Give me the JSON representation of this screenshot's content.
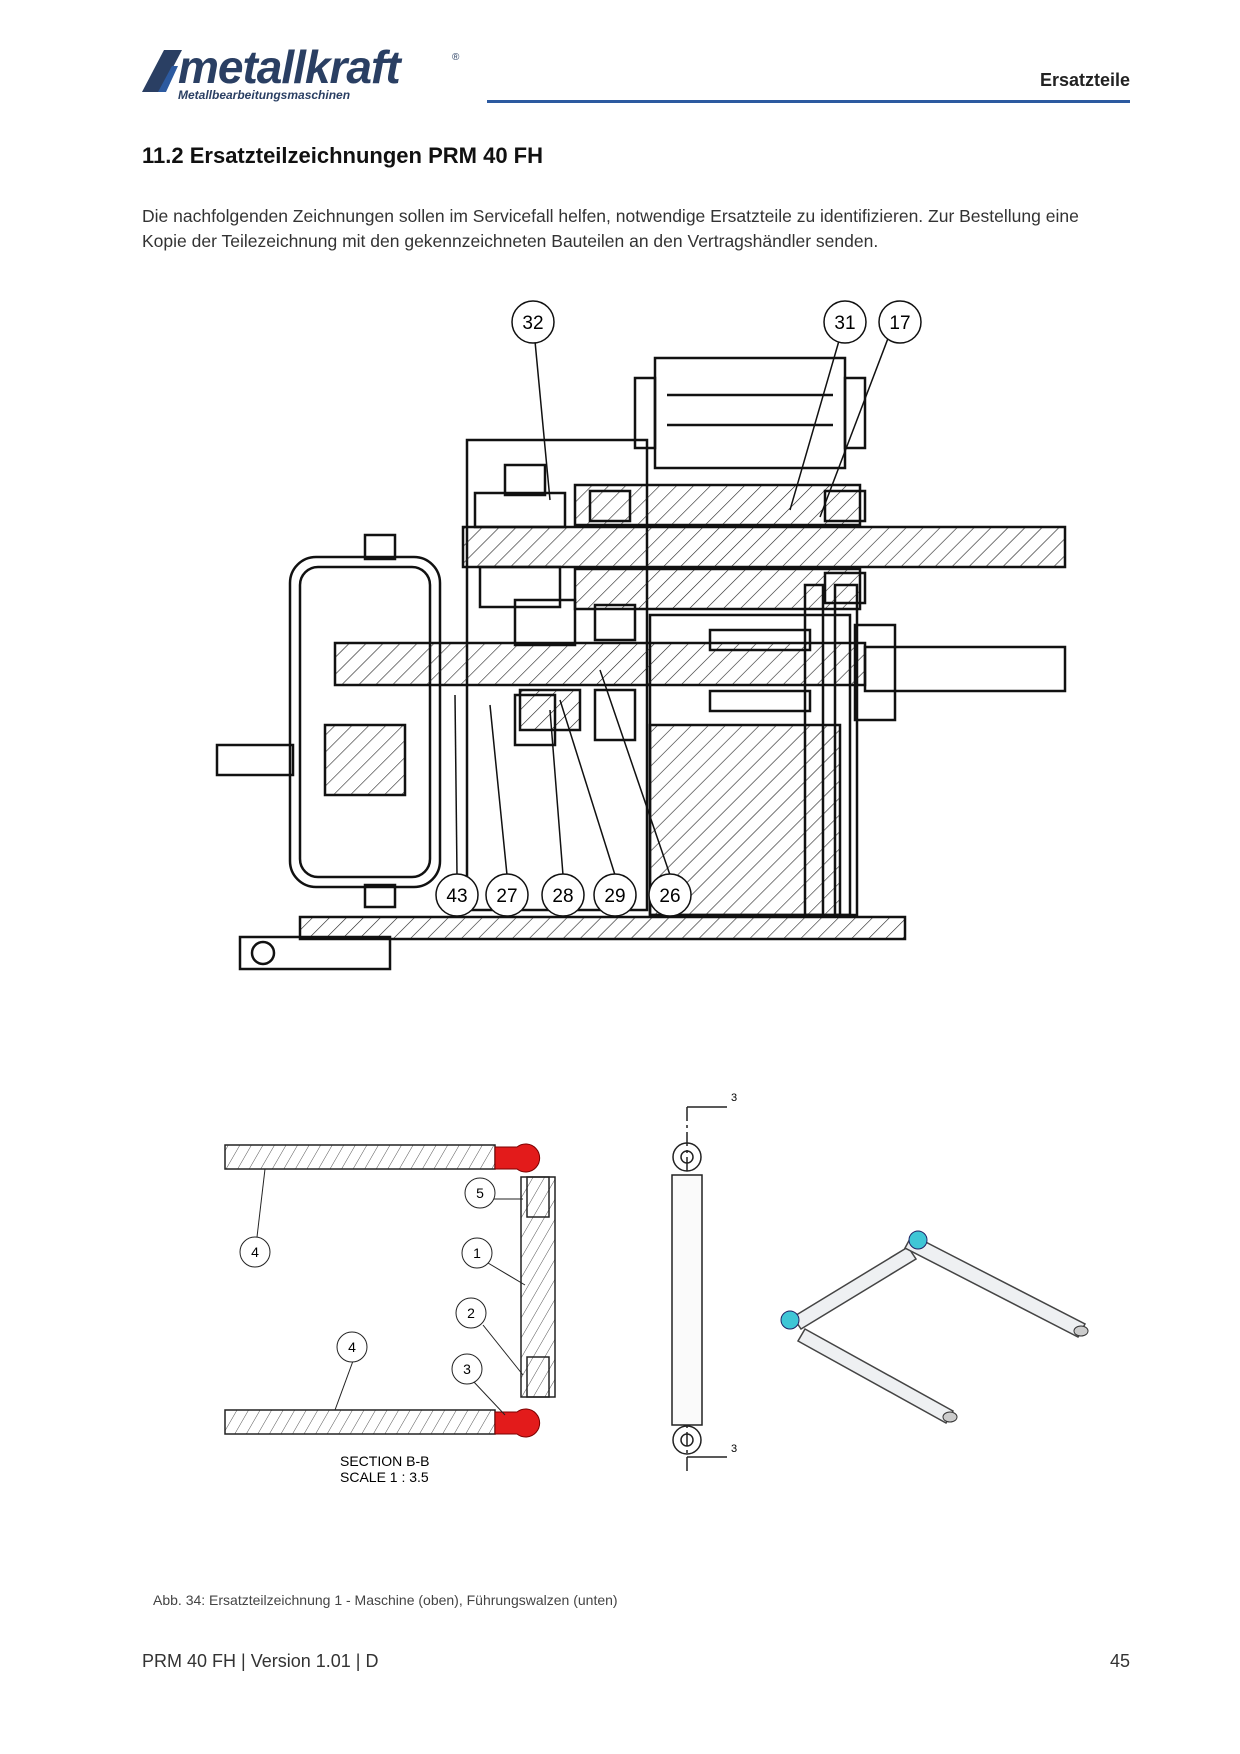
{
  "header": {
    "brand": "metallkraft",
    "brand_registered": "®",
    "brand_tagline": "Metallbearbeitungsmaschinen",
    "section": "Ersatzteile",
    "accent_color": "#2c5aa0"
  },
  "section_title": "11.2 Ersatzteilzeichnungen PRM 40 FH",
  "intro_text": "Die nachfolgenden Zeichnungen sollen im Servicefall helfen, notwendige Ersatzteile zu identifizieren. Zur Bestellung eine Kopie der Teilezeichnung mit den gekennzeichneten Bauteilen an den Vertragshändler senden.",
  "machine_drawing": {
    "callouts_top": [
      "32",
      "31",
      "17"
    ],
    "callouts_bottom": [
      "43",
      "27",
      "28",
      "29",
      "26"
    ]
  },
  "roller_drawing": {
    "callouts": [
      "4",
      "5",
      "1",
      "2",
      "4",
      "3"
    ],
    "section_label": "SECTION B-B",
    "scale_label": "SCALE 1 : 3.5",
    "view_markers": [
      "3",
      "3"
    ],
    "highlight_color": "#e31b1b",
    "iso_accent_color": "#3fc6d6"
  },
  "caption": "Abb. 34: Ersatzteilzeichnung 1 - Maschine (oben),   Führungswalzen (unten)",
  "footer": {
    "doc": "PRM 40 FH | Version 1.01 | D",
    "page": "45"
  }
}
